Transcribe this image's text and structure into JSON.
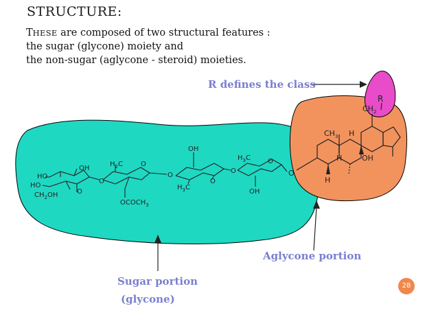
{
  "slide": {
    "heading": "STRUCTURE:",
    "line1_first": "T",
    "line1_smallcaps": "HESE",
    "line1_rest": " are composed of two structural features :",
    "line2": "the sugar (glycone) moiety and",
    "line3": "the non-sugar (aglycone - steroid) moieties.",
    "page_number": "28"
  },
  "diagram": {
    "r_label": "R defines the class",
    "aglycone_label": "Aglycone portion",
    "sugar_label_1": "Sugar portion",
    "sugar_label_2": "(glycone)",
    "colors": {
      "sugar_blob": "#1ed8c2",
      "aglycone_blob": "#f2935e",
      "r_blob": "#e84cc8",
      "label_text": "#7b7fd0",
      "accent": "#f0884c"
    },
    "atoms": {
      "oh_top": "OH",
      "h3c_1": "H",
      "c": "C",
      "sub3": "3",
      "sub2": "2",
      "o": "O",
      "oh1": "OH",
      "ho1": "HO",
      "ho2": "HO",
      "ch2oh": "CH",
      "ch2oh_tail": "OH",
      "ococh3": "OCOCH",
      "h3c_2": "H",
      "oh_bottom": "OH",
      "h2c": "H",
      "ch3_label": "CH",
      "h_label": "H",
      "r_text": "R",
      "ch2_label": "CH",
      "h_lower": "H",
      "oh_steroid": "OH",
      "h_bottom": "H"
    }
  }
}
